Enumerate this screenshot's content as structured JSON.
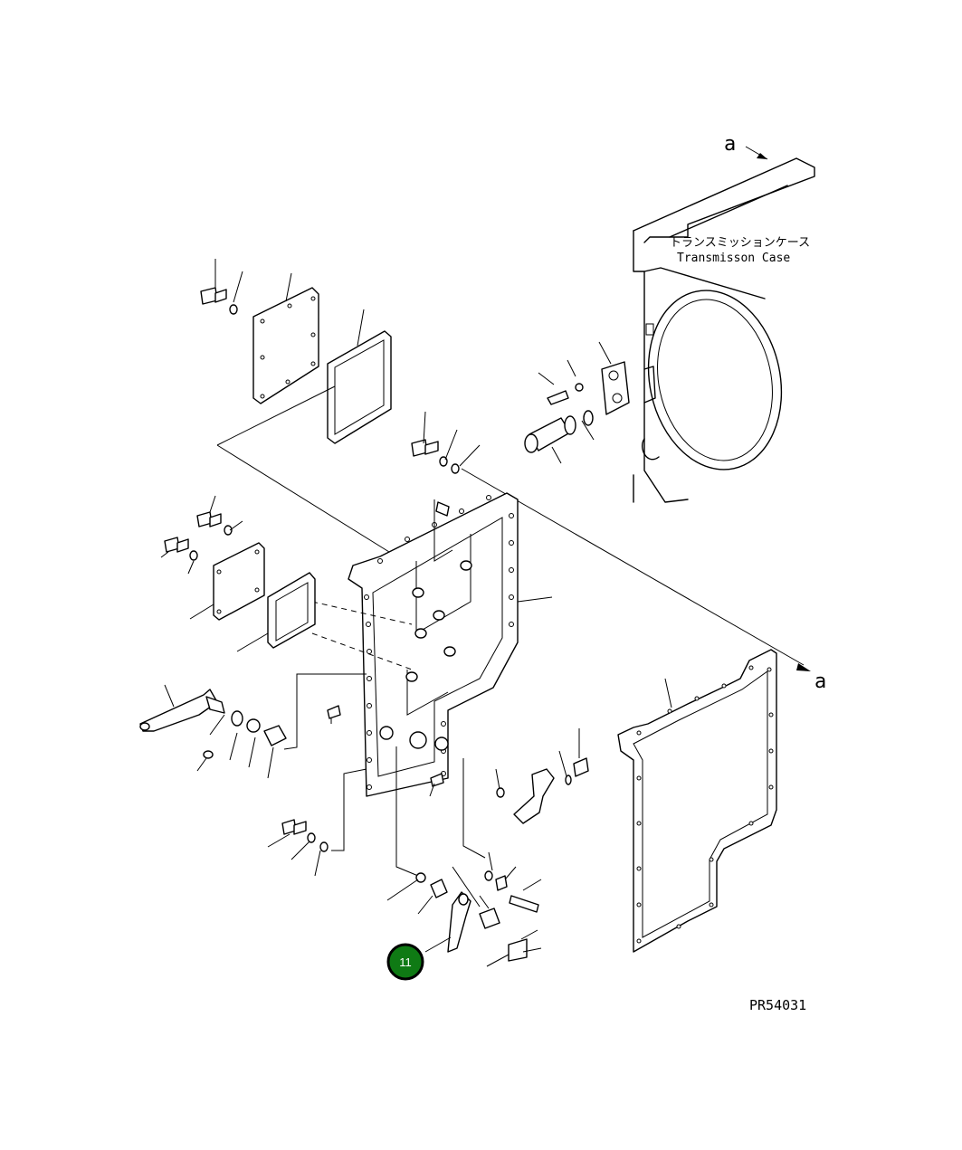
{
  "diagram": {
    "case_label_jp": "トランスミッションケース",
    "case_label_en": "Transmisson Case",
    "reference_letter_top": "a",
    "reference_letter_right": "a",
    "drawing_code": "PR54031",
    "callout": {
      "number": "11",
      "color": "#0f7a14"
    }
  }
}
